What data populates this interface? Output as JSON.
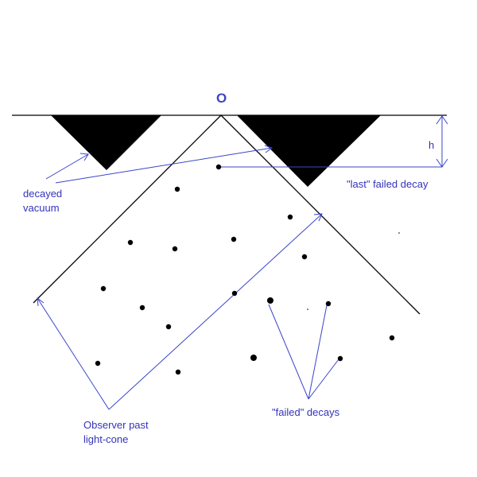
{
  "labels": {
    "origin": "O",
    "decayed_vacuum_1": "decayed",
    "decayed_vacuum_2": "vacuum",
    "h": "h",
    "last_failed_decay": "\"last\" failed decay",
    "observer_1": "Observer  past",
    "observer_2": "light-cone",
    "failed_decays": "\"failed\" decays"
  },
  "colors": {
    "ink": "#000000",
    "annotation": "#3b45c8"
  }
}
